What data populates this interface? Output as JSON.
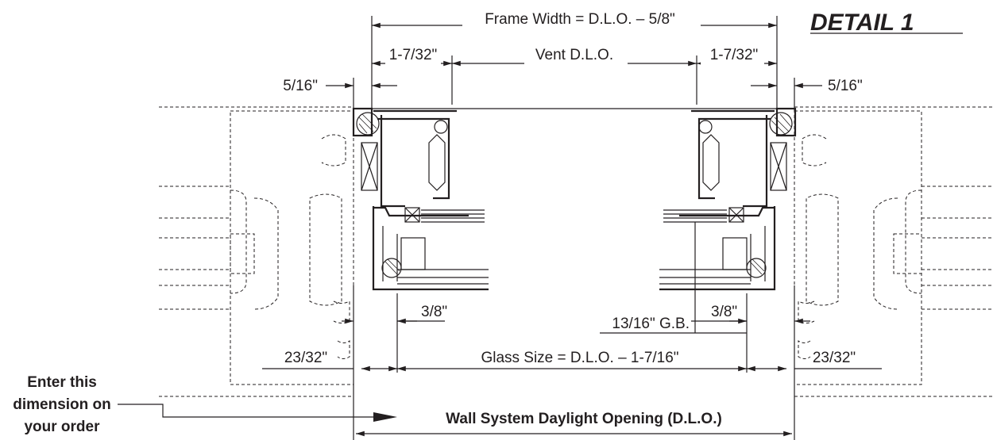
{
  "title": "DETAIL 1",
  "dimensions": {
    "frame_width": "Frame Width = D.L.O. – 5/8\"",
    "left_offset": "1-7/32\"",
    "vent_dlo": "Vent D.L.O.",
    "right_offset": "1-7/32\"",
    "left_small": "5/16\"",
    "right_small": "5/16\"",
    "left_bite": "3/8\"",
    "right_bite": "3/8\"",
    "glass_bite_gb": "13/16\" G.B.",
    "left_edge": "23/32\"",
    "right_edge": "23/32\"",
    "glass_size": "Glass Size = D.L.O. – 1-7/16\"",
    "wall_dlo": "Wall System Daylight Opening (D.L.O.)"
  },
  "callout": {
    "line1": "Enter this",
    "line2": "dimension on",
    "line3": "your order"
  }
}
